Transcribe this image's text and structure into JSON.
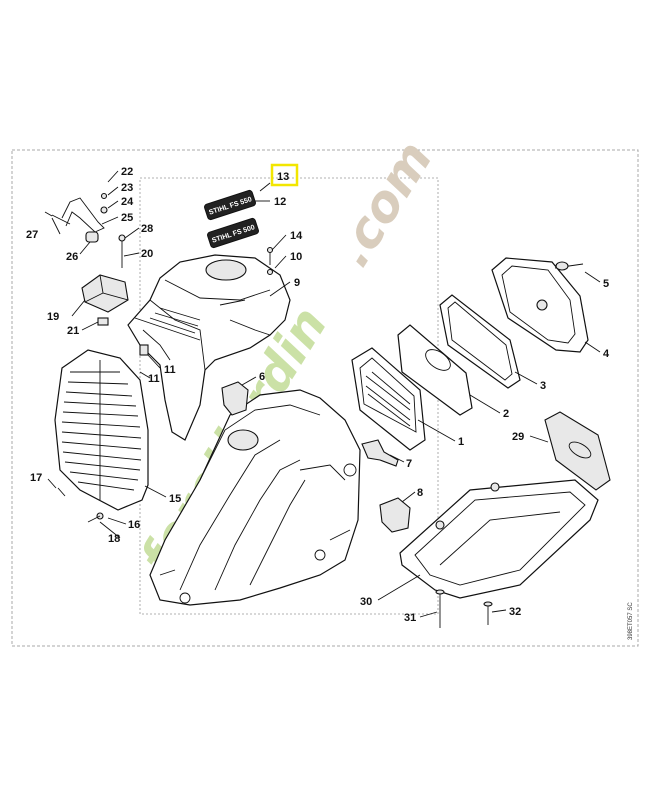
{
  "diagram": {
    "highlighted_label": "13",
    "highlight_color": "#f2e600",
    "watermark_green": "foretjardin",
    "watermark_brown": ".com",
    "drawing_code": "398ET057 SC",
    "decal_text_1": "STIHL FS 550",
    "decal_text_2": "STIHL FS 500",
    "labels": {
      "l1": "1",
      "l2": "2",
      "l3": "3",
      "l4": "4",
      "l5": "5",
      "l6": "6",
      "l7": "7",
      "l8": "8",
      "l9": "9",
      "l10": "10",
      "l11a": "11",
      "l11b": "11",
      "l12": "12",
      "l13": "13",
      "l14": "14",
      "l15": "15",
      "l16": "16",
      "l17": "17",
      "l18": "18",
      "l19": "19",
      "l20": "20",
      "l21": "21",
      "l22": "22",
      "l23": "23",
      "l24": "24",
      "l25": "25",
      "l26": "26",
      "l27": "27",
      "l28": "28",
      "l29": "29",
      "l30": "30",
      "l31": "31",
      "l32": "32"
    }
  }
}
